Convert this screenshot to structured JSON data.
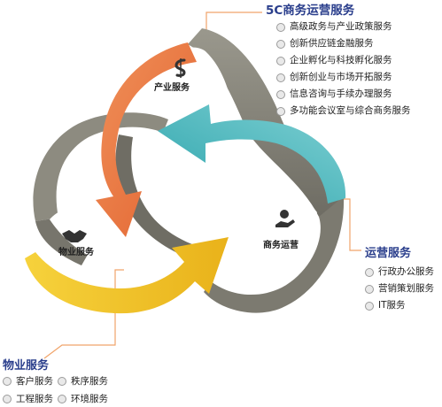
{
  "top_section": {
    "title": "5C商务运营服务",
    "items": [
      "高级政务与产业政策服务",
      "创新供应链金融服务",
      "企业孵化与科技孵化服务",
      "创新创业与市场开拓服务",
      "信息咨询与手续办理服务",
      "多功能会议室与综合商务服务"
    ]
  },
  "right_section": {
    "title": "运营服务",
    "items": [
      "行政办公服务",
      "营销策划服务",
      "IT服务"
    ]
  },
  "bottom_section": {
    "title": "物业服务",
    "items": [
      "客户服务",
      "秩序服务",
      "工程服务",
      "环境服务"
    ]
  },
  "nodes": {
    "industry": "产业服务",
    "business": "商务运营",
    "property": "物业服务"
  },
  "colors": {
    "orange": "#ec7a45",
    "teal": "#3fb7bd",
    "yellow": "#f0c023",
    "band_gray": "#87857a",
    "title_blue": "#2a3e8c",
    "connector": "#f1a46a"
  },
  "icons": {
    "industry": "dollar-icon",
    "business": "hand-coin-icon",
    "property": "handshake-icon"
  }
}
